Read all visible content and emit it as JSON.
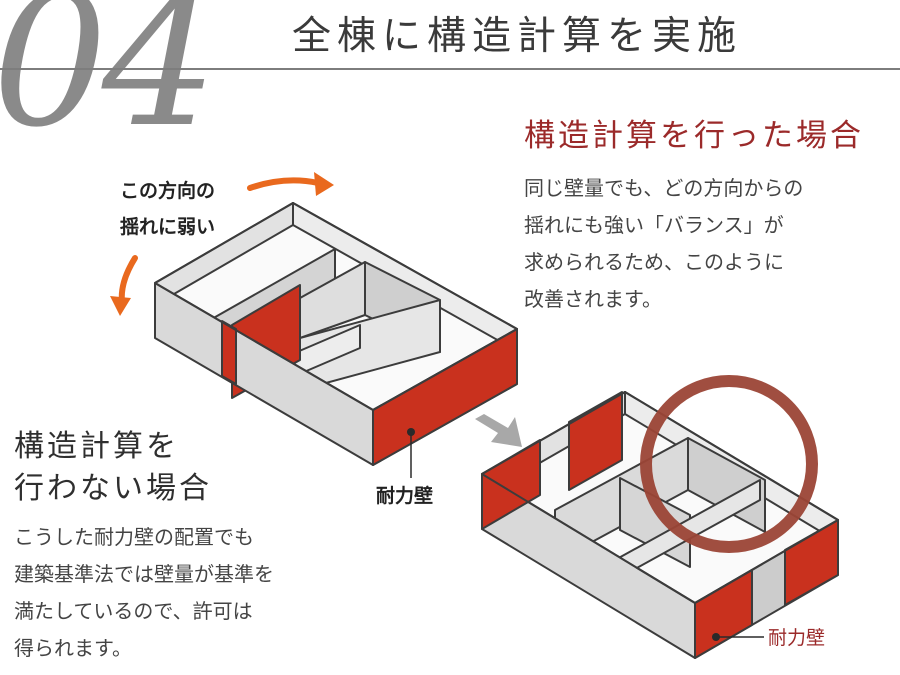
{
  "header": {
    "number": "04",
    "title": "全棟に構造計算を実施"
  },
  "with_calc": {
    "heading": "構造計算を行った場合",
    "lines": [
      "同じ壁量でも、どの方向からの",
      "揺れにも強い「バランス」が",
      "求められるため、このように",
      "改善されます。"
    ]
  },
  "without_calc": {
    "heading_lines": [
      "構造計算を",
      "行わない場合"
    ],
    "lines": [
      "こうした耐力壁の配置でも",
      "建築基準法では壁量が基準を",
      "満たしているので、許可は",
      "得られます。"
    ]
  },
  "direction_label": [
    "この方向の",
    "揺れに弱い"
  ],
  "wall_label_left": "耐力壁",
  "wall_label_right": "耐力壁",
  "colors": {
    "accent_red": "#c9311e",
    "heading_red": "#9b2a2a",
    "arrow_orange": "#e9691e",
    "circle_brown": "#9b4536",
    "wall_gray": "#dcdcdc"
  }
}
